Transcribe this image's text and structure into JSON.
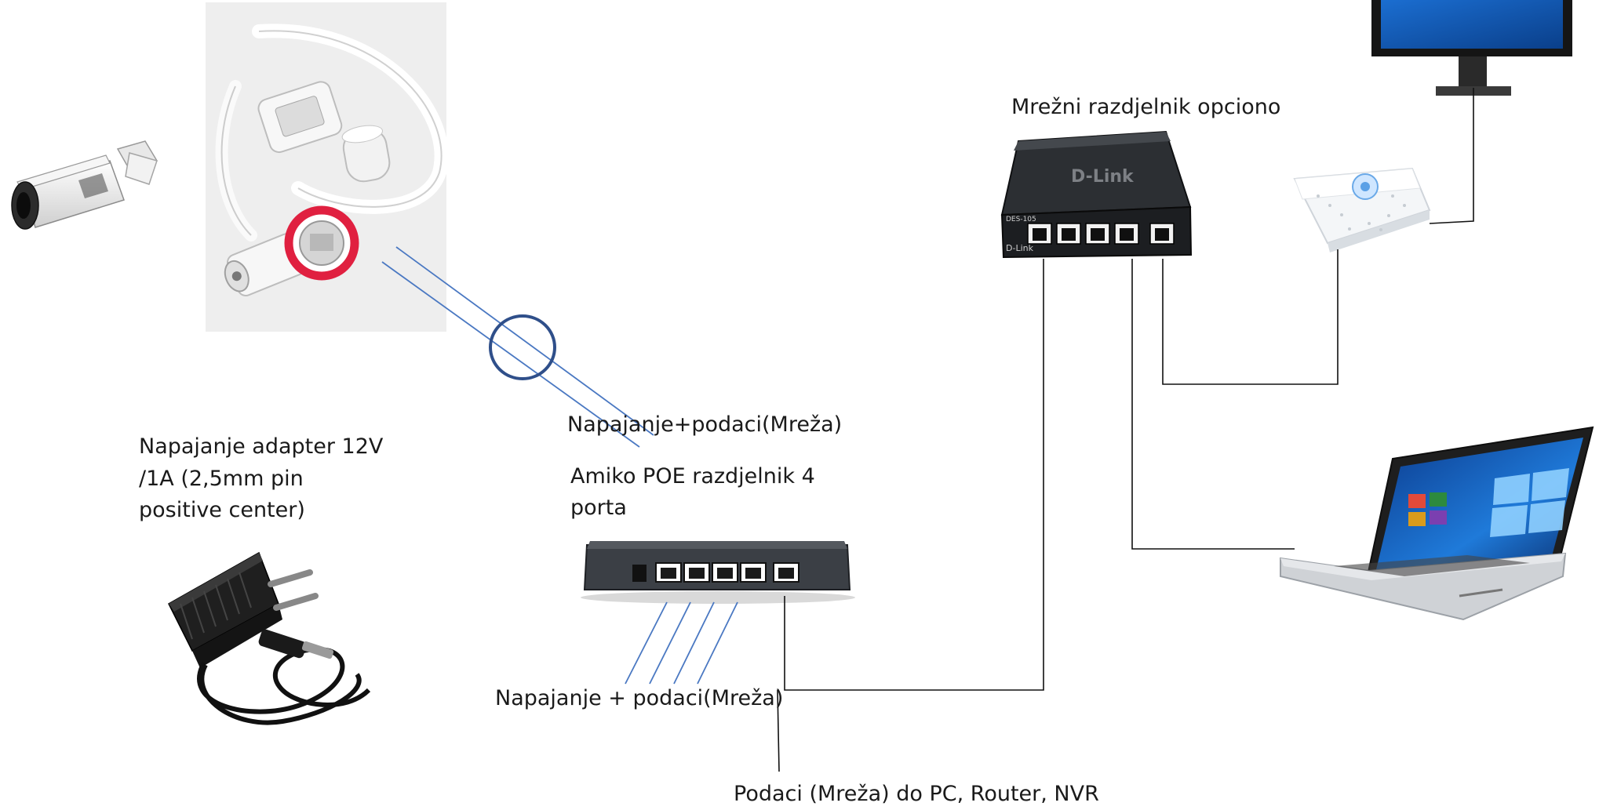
{
  "labels": {
    "adapter_line1": "Napajanje adapter 12V",
    "adapter_line2": "/1A  (2,5mm pin",
    "adapter_line3": "positive center)",
    "cable_label": "Napajanje+podaci(Mreža)",
    "poe_line1": "Amiko POE razdjelnik 4",
    "poe_line2": "porta",
    "poe_ports_label": "Napajanje + podaci(Mreža)",
    "switch_label": "Mrežni razdjelnik opciono",
    "uplink_label": "Podaci (Mreža) do PC, Router, NVR"
  },
  "devices": {
    "switch_brand": "D-Link",
    "switch_model": "DES-105"
  },
  "colors": {
    "connector_line": "#4a78c2",
    "circle": "#2f4f8a",
    "wire": "#111111"
  }
}
